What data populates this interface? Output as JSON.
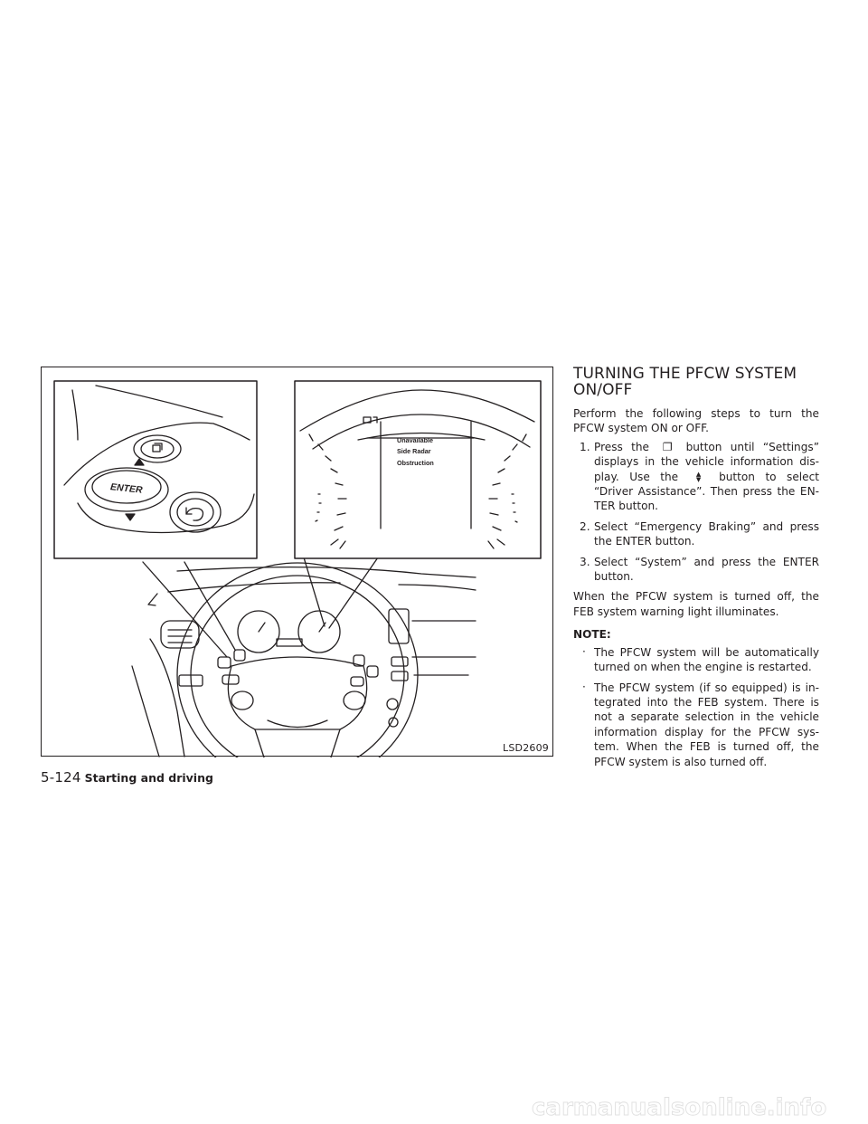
{
  "figure": {
    "display_lines": [
      "Unavailable",
      "Side Radar",
      "Obstruction"
    ],
    "enter_label": "ENTER",
    "code": "LSD2609"
  },
  "section": {
    "heading_line1": "TURNING THE PFCW SYSTEM",
    "heading_line2": "ON/OFF",
    "intro": "Perform the following steps to turn the PFCW system ON or OFF.",
    "steps": [
      {
        "num": "1.",
        "part1": "Press the",
        "part2": "button until “Settings” displays in the vehicle information dis- play. Use the",
        "part3": "button to select “Driver Assistance”. Then press the EN- TER button."
      },
      {
        "num": "2.",
        "text": "Select “Emergency Braking” and press the ENTER button."
      },
      {
        "num": "3.",
        "text": "Select “System” and press the ENTER button."
      }
    ],
    "after": "When the PFCW system is turned off, the FEB system warning light illuminates.",
    "note_label": "NOTE:",
    "notes": [
      "The PFCW system will be automatically turned on when the engine is restarted.",
      "The PFCW system (if so equipped) is in- tegrated into the FEB system. There is not a separate selection in the vehicle information display for the PFCW sys- tem. When the FEB is turned off, the PFCW system is also turned off."
    ]
  },
  "footer": {
    "page": "5-124",
    "section": "Starting and driving"
  },
  "watermark": "carmanualsonline.info",
  "icons": {
    "menu": "menu-page-icon",
    "updown": "up-down-arrow-icon",
    "back": "back-arrow-icon"
  }
}
